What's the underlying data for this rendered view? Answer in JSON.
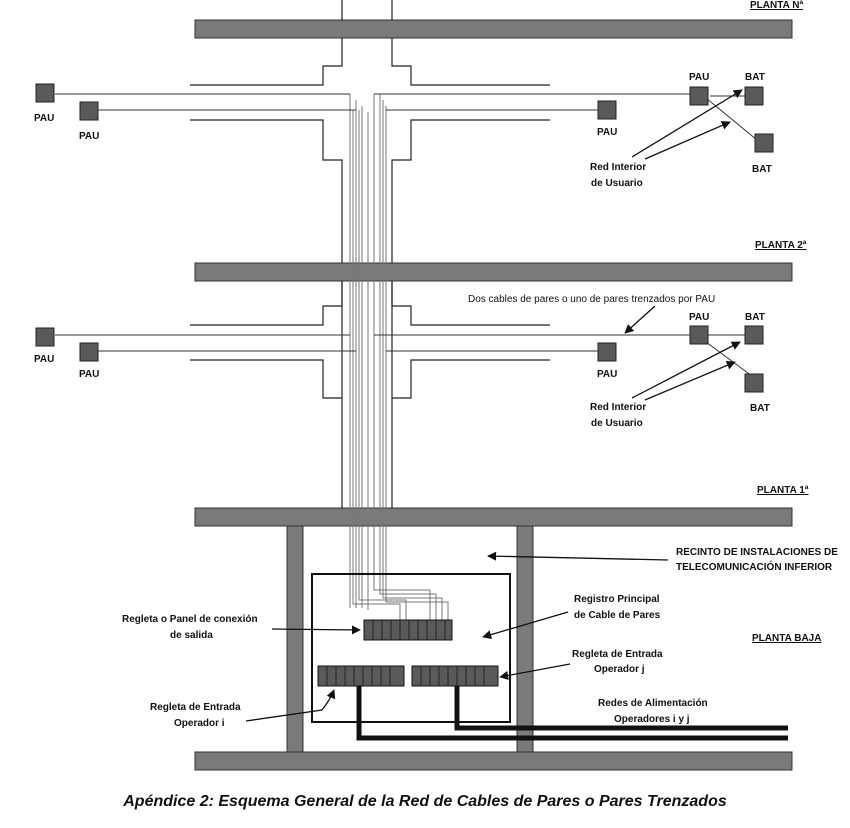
{
  "floors": {
    "top": "PLANTA Nª",
    "second": "PLANTA 2ª",
    "first": "PLANTA 1ª",
    "ground": "PLANTA BAJA"
  },
  "terminals": {
    "pau": "PAU",
    "bat": "BAT"
  },
  "labels": {
    "user_network_line1": "Red Interior",
    "user_network_line2": "de Usuario",
    "cables_note": "Dos cables de pares o uno de pares trenzados por PAU",
    "enclosure_line1": "RECINTO DE INSTALACIONES DE",
    "enclosure_line2": "TELECOMUNICACIÓN INFERIOR",
    "main_register_line1": "Registro Principal",
    "main_register_line2": "de Cable de Pares",
    "output_strip_line1": "Regleta o Panel de conexión",
    "output_strip_line2": "de salida",
    "entry_j_line1": "Regleta de Entrada",
    "entry_j_line2": "Operador j",
    "entry_i_line1": "Regleta de Entrada",
    "entry_i_line2": "Operador i",
    "feed_line1": "Redes de Alimentación",
    "feed_line2": "Operadores i y j"
  },
  "caption": "Apéndice 2: Esquema General de la  Red de Cables de Pares o Pares Trenzados",
  "colors": {
    "slab": "#7a7a7a",
    "box": "#5a5a5a",
    "line": "#111111",
    "cable": "#888888"
  }
}
